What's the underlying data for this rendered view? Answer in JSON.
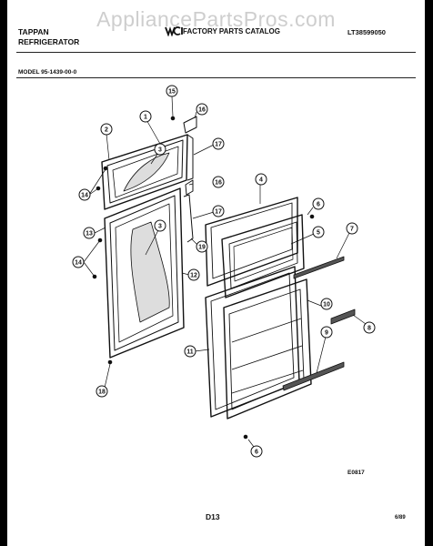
{
  "header": {
    "brand_line1": "TAPPAN",
    "brand_line2": "REFRIGERATOR",
    "catalog_title": "FACTORY PARTS CATALOG",
    "part_code": "LT38599050",
    "logo": "wci-logo"
  },
  "watermark": "AppliancePartsPros.com",
  "model_label": "MODEL 95-1439-00-0",
  "diagram_code": "E0817",
  "page_number": "D13",
  "date": "6/89",
  "callouts": [
    "1",
    "2",
    "3",
    "3",
    "4",
    "5",
    "6",
    "6",
    "7",
    "8",
    "9",
    "10",
    "11",
    "12",
    "13",
    "14",
    "14",
    "15",
    "16",
    "16",
    "17",
    "17",
    "18",
    "19"
  ]
}
